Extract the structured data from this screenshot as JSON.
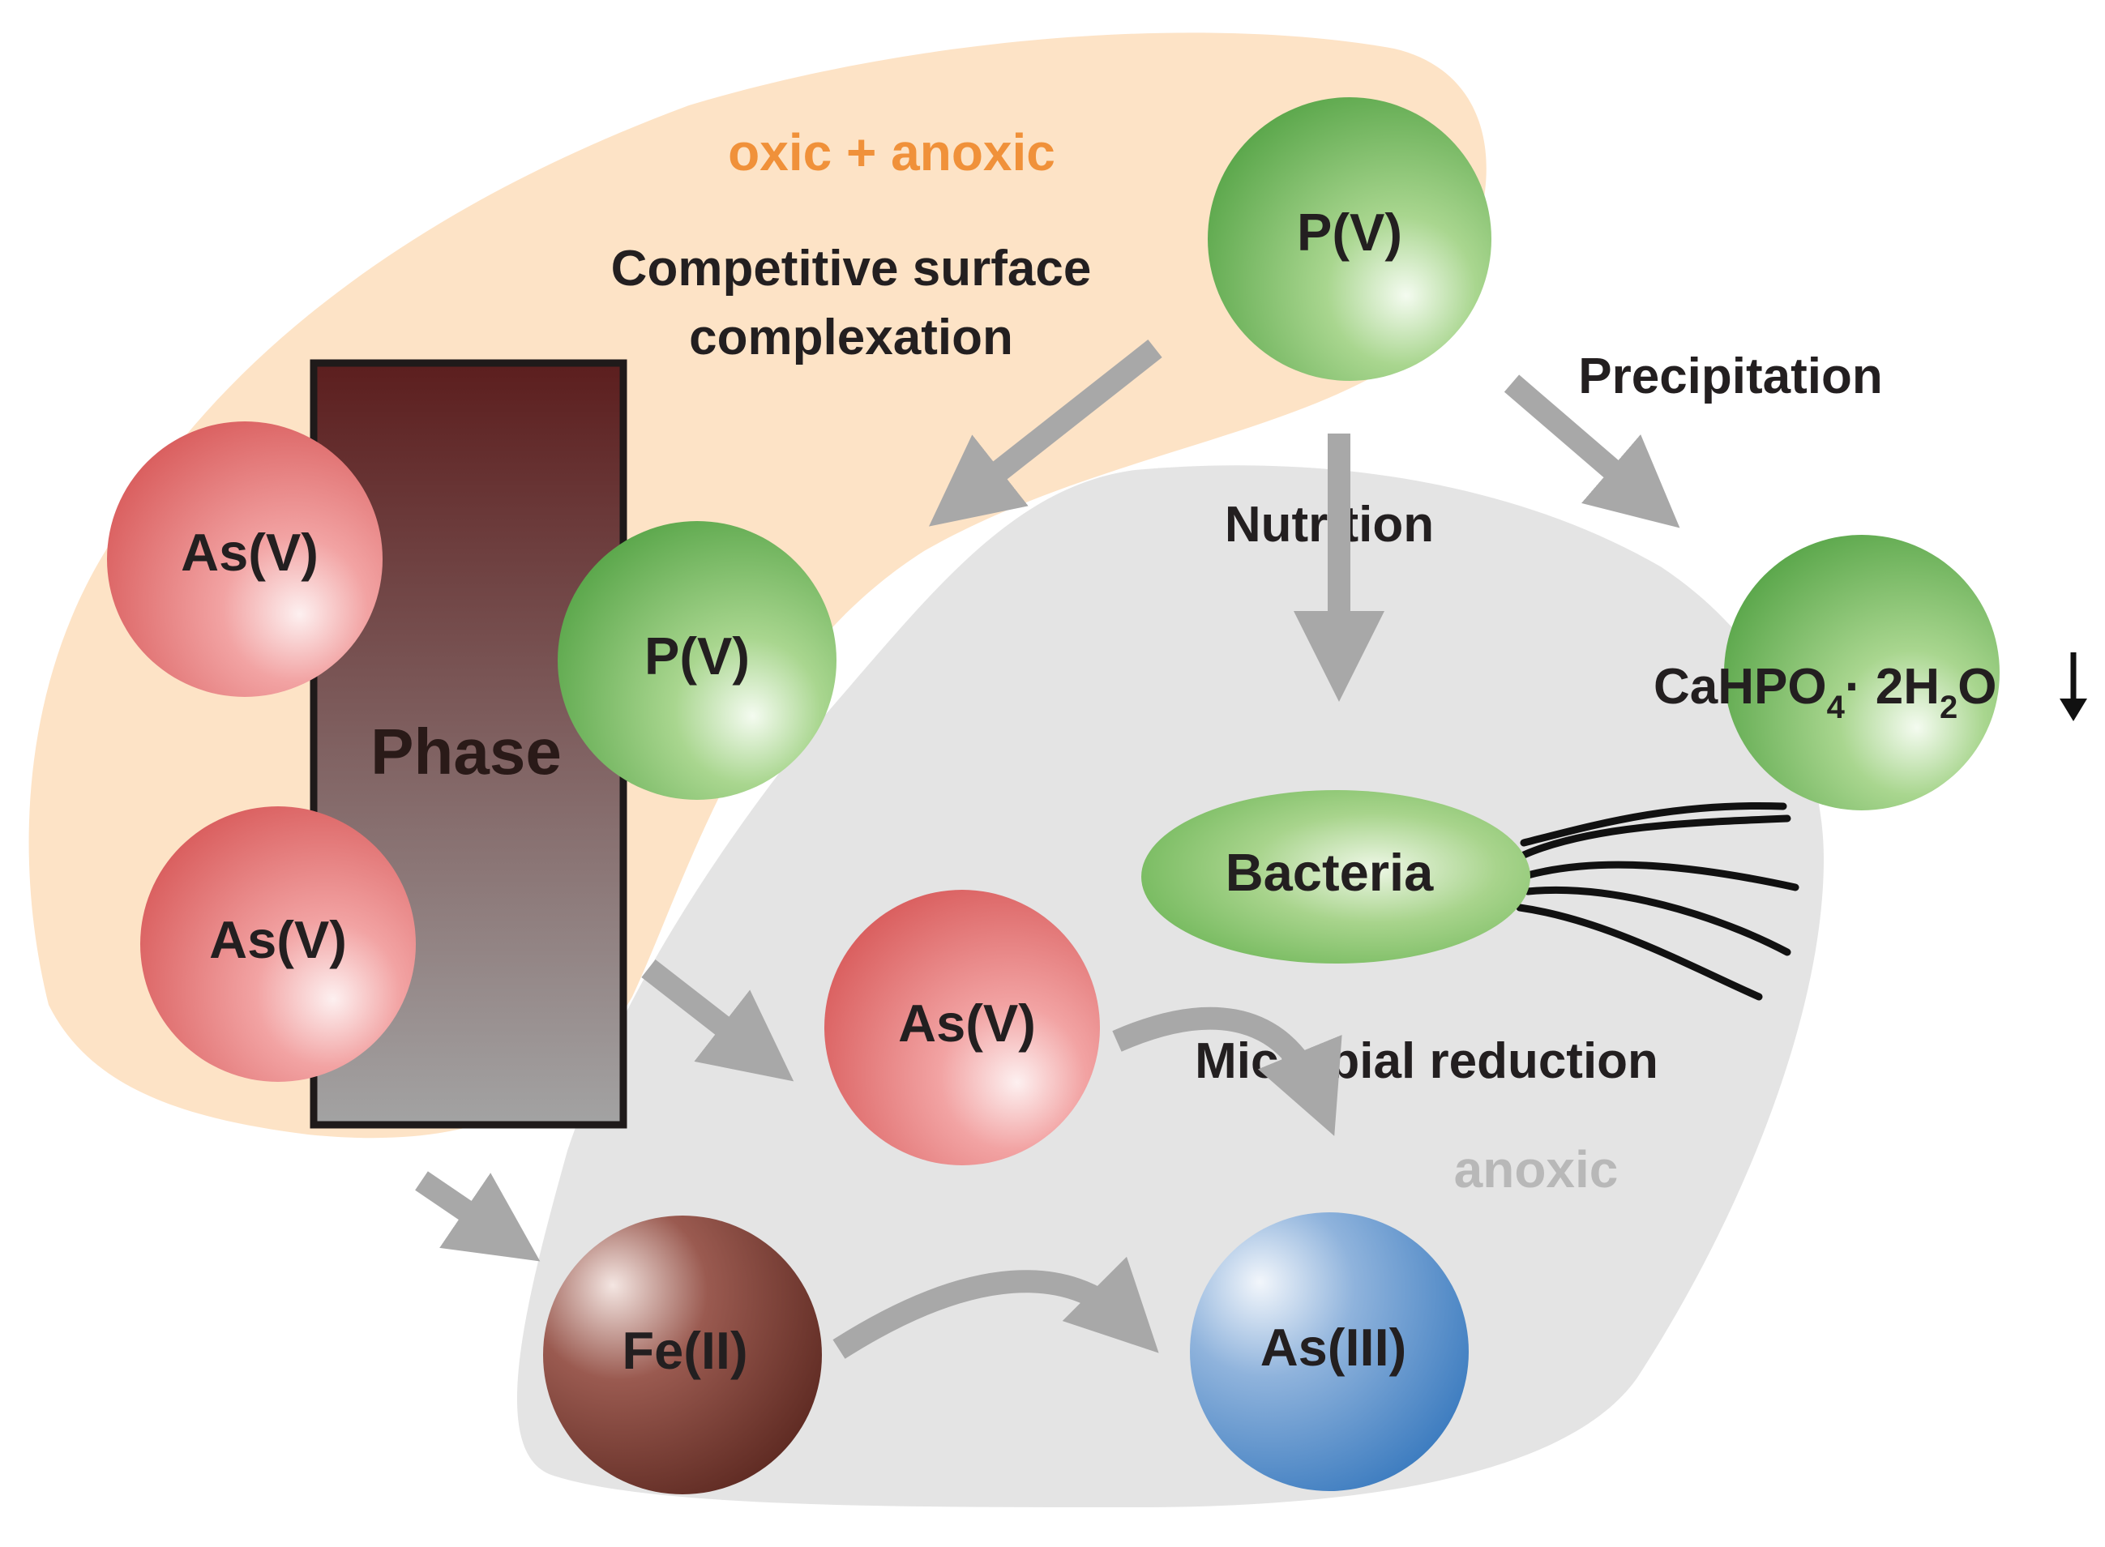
{
  "zones": {
    "oxic_anoxic": "oxic + anoxic",
    "anoxic": "anoxic"
  },
  "processes": {
    "competitive_line1": "Competitive surface",
    "competitive_line2": "complexation",
    "precipitation": "Precipitation",
    "nutrition": "Nutrition",
    "microbial_reduction": "Microbial reduction"
  },
  "phase": {
    "label": "Phase"
  },
  "species": {
    "p_v_top": "P(V)",
    "p_v_surface": "P(V)",
    "as_v_upper": "As(V)",
    "as_v_lower": "As(V)",
    "as_v_solution": "As(V)",
    "fe_ii": "Fe(II)",
    "as_iii": "As(III)"
  },
  "bacteria": {
    "label": "Bacteria"
  },
  "precipitate": {
    "part1": "CaHPO",
    "sub1": "4",
    "part2": "· 2H",
    "sub2": "2",
    "part3": "O"
  },
  "colors": {
    "oxic_zone": "#fde3c6",
    "anoxic_zone": "#e4e4e4",
    "phosphate": "#6ab556",
    "arsenate": "#e06a6a",
    "arsenite": "#4a86c4",
    "iron": "#7a3a30",
    "arrow": "#a8a8a8"
  },
  "icons": {
    "precipitate_arrow": "down-arrow-icon",
    "flagella": "flagella-icon"
  }
}
